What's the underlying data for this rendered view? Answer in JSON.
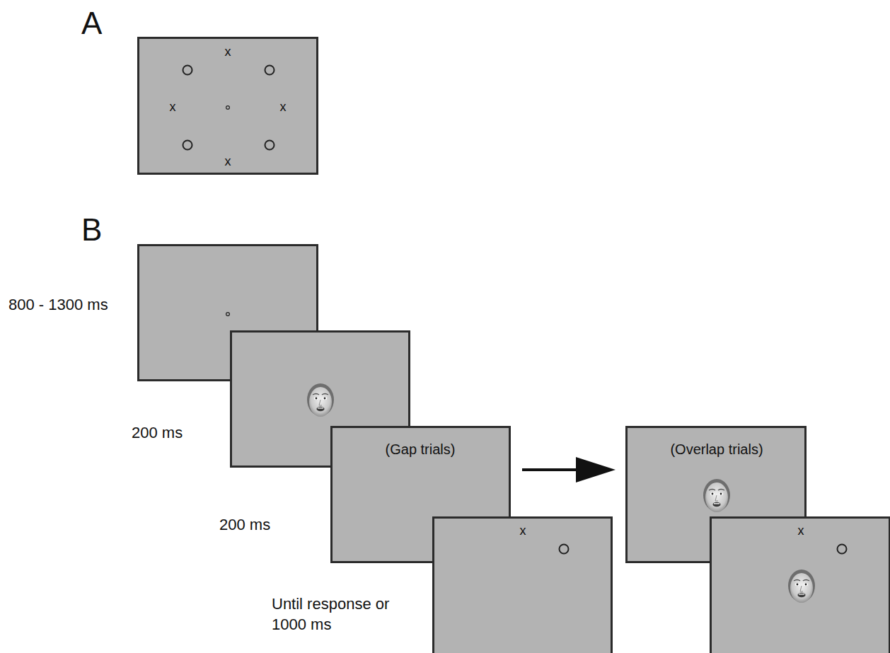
{
  "diagram": {
    "nodes": [
      {
        "text": [
          "x",
          "x",
          "x",
          "x"
        ]
      },
      {
        "text": [
          "(Gap trials)"
        ]
      },
      {
        "text": [
          "x"
        ]
      },
      {
        "text": [
          "(Overlap trials)"
        ]
      },
      {
        "text": [
          "x"
        ]
      }
    ],
    "edges": [
      {
        "from": 1,
        "to": 3,
        "arrow": "to"
      }
    ],
    "labels": [
      "A",
      "B",
      "800 - 1300 ms",
      "200 ms",
      "200 ms",
      "Until response or 1000 ms"
    ]
  }
}
